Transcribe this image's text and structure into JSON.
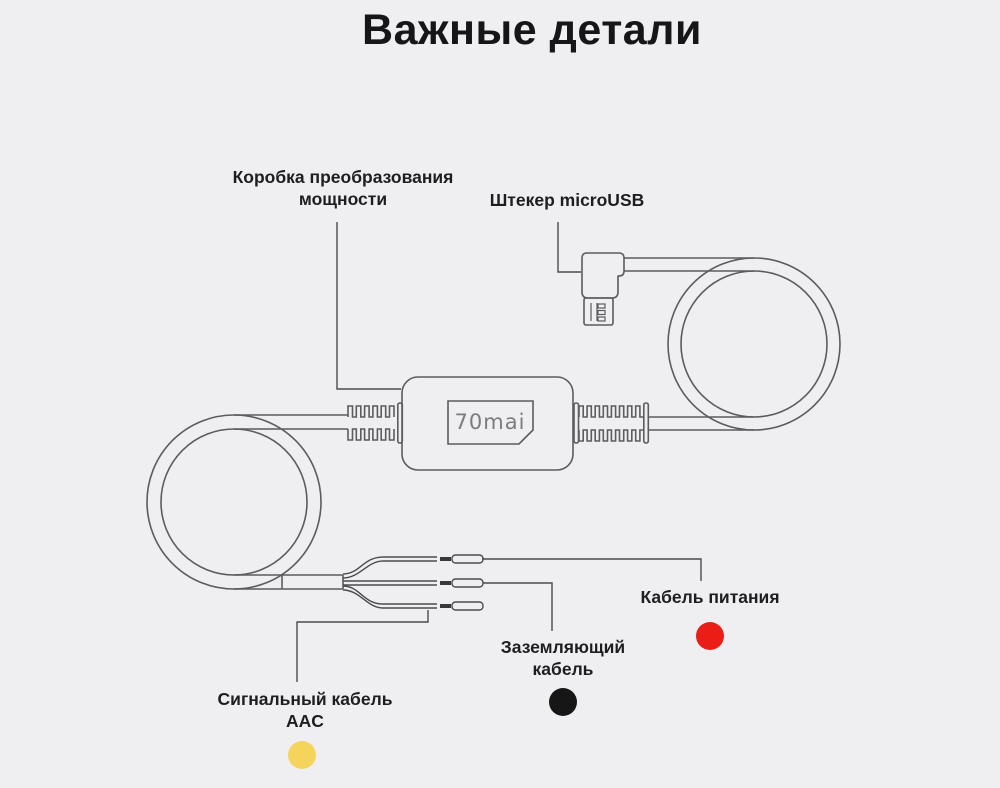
{
  "title": "Важные детали",
  "diagram": {
    "logo": "70mai",
    "labels": {
      "converter_box": "Коробка преобразования мощности",
      "microusb": "Штекер microUSB",
      "power": "Кабель питания",
      "ground": "Заземляющий кабель",
      "signal": "Сигнальный кабель AAC"
    },
    "legend_colors": {
      "power": "#ea1d17",
      "ground": "#161616",
      "signal": "#f5d45c"
    },
    "background": "#efeff2",
    "line_color": "#5b5b60"
  }
}
